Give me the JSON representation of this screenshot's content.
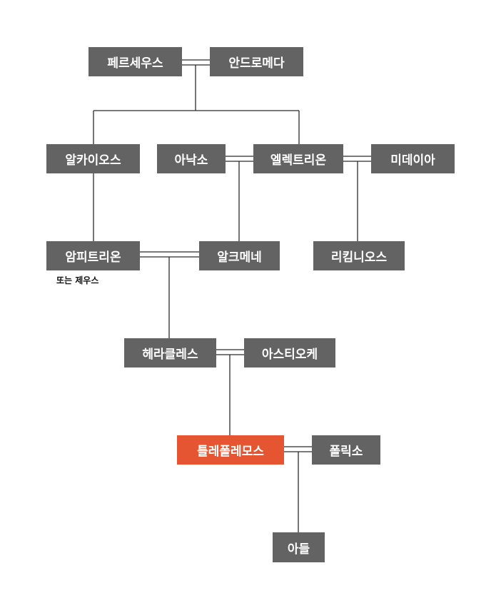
{
  "nodes": {
    "perseus": "페르세우스",
    "andromeda": "안드로메다",
    "alcaeus": "알카이오스",
    "anaxo": "아낙소",
    "electryon": "엘렉트리온",
    "midea": "미데이아",
    "amphitryon": "암피트리온",
    "alcmene": "알크메네",
    "licymnius": "리킴니오스",
    "heracles": "헤라클레스",
    "astyoche": "아스티오케",
    "tlepolemus": "틀레폴레모스",
    "polyxo": "폴릭소",
    "son": "아들"
  },
  "notes": {
    "amphitryon_alt": "또는 제우스"
  },
  "colors": {
    "node_bg": "#636363",
    "highlight_bg": "#e65532",
    "node_text": "#ffffff",
    "line": "#2b2b2b"
  }
}
